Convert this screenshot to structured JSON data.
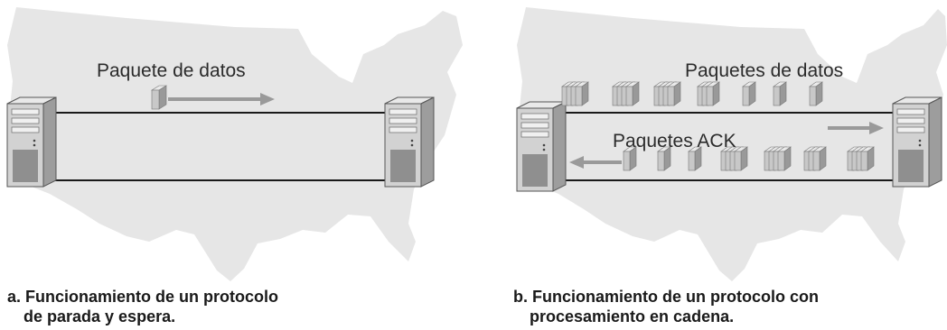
{
  "panel_a": {
    "packet_label": "Paquete de datos",
    "caption_line1": "a. Funcionamiento de un protocolo",
    "caption_line2": "de parada y espera."
  },
  "panel_b": {
    "data_label": "Paquetes de datos",
    "ack_label": "Paquetes ACK",
    "caption_line1": "b. Funcionamiento de un protocolo con",
    "caption_line2": "procesamiento en cadena."
  },
  "colors": {
    "map": "#e6e6e6",
    "link": "#1a1a1a",
    "packet": "#c8c8c8",
    "arrow": "#9a9a9a",
    "server": "#cfcfcf"
  },
  "icons": [
    "usa-map-silhouette",
    "server-tower-icon",
    "packet-icon",
    "arrow-right-icon",
    "arrow-left-icon"
  ]
}
